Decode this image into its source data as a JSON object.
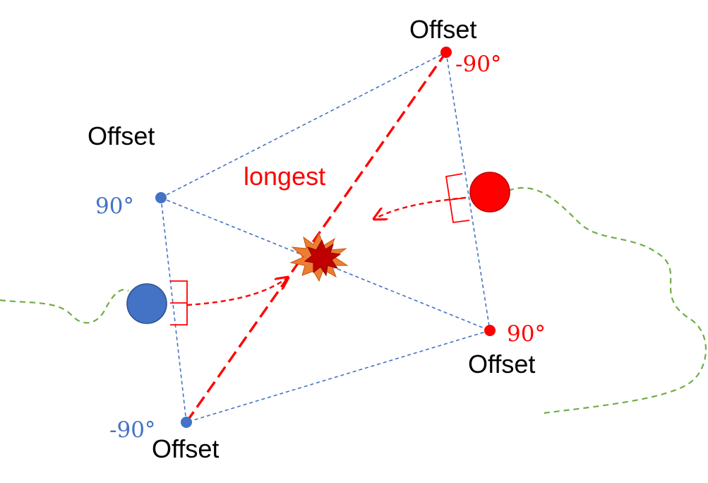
{
  "diagram": {
    "labels": {
      "offset_top": "Offset",
      "offset_left": "Offset",
      "offset_right": "Offset",
      "offset_bottom": "Offset",
      "angle_top_red": "-90°",
      "angle_right_red": "90°",
      "angle_left_blue": "90°",
      "angle_bottom_blue": "-90°",
      "longest": "longest"
    },
    "colors": {
      "blue": "#4472C4",
      "red": "#FF0000",
      "green": "#70AD47",
      "explosion_orange": "#ED7D31",
      "explosion_dark": "#C00000",
      "text_black": "#000000"
    },
    "icons": {
      "collision": "explosion-icon",
      "blue_robot": "blue-circle",
      "red_robot": "red-circle"
    }
  }
}
